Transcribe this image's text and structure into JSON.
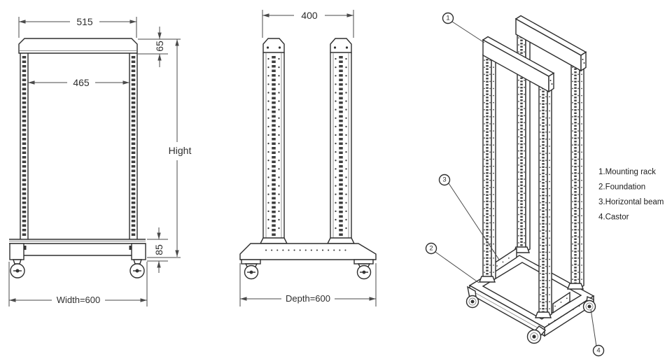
{
  "front_view": {
    "top_width": "515",
    "cap_height": "65",
    "inner_width": "465",
    "height_label": "Hight",
    "base_height": "85",
    "overall_width": "Width=600"
  },
  "side_view": {
    "post_spacing": "400",
    "overall_depth": "Depth=600"
  },
  "iso_view": {
    "callouts": [
      "1",
      "2",
      "3",
      "4"
    ]
  },
  "legend": [
    "1.Mounting rack",
    "2.Foundation",
    "3.Horizontal beam",
    "4.Castor"
  ],
  "colors": {
    "line": "#2e2e2e",
    "dimension": "#4a4a4a",
    "background": "#ffffff"
  }
}
